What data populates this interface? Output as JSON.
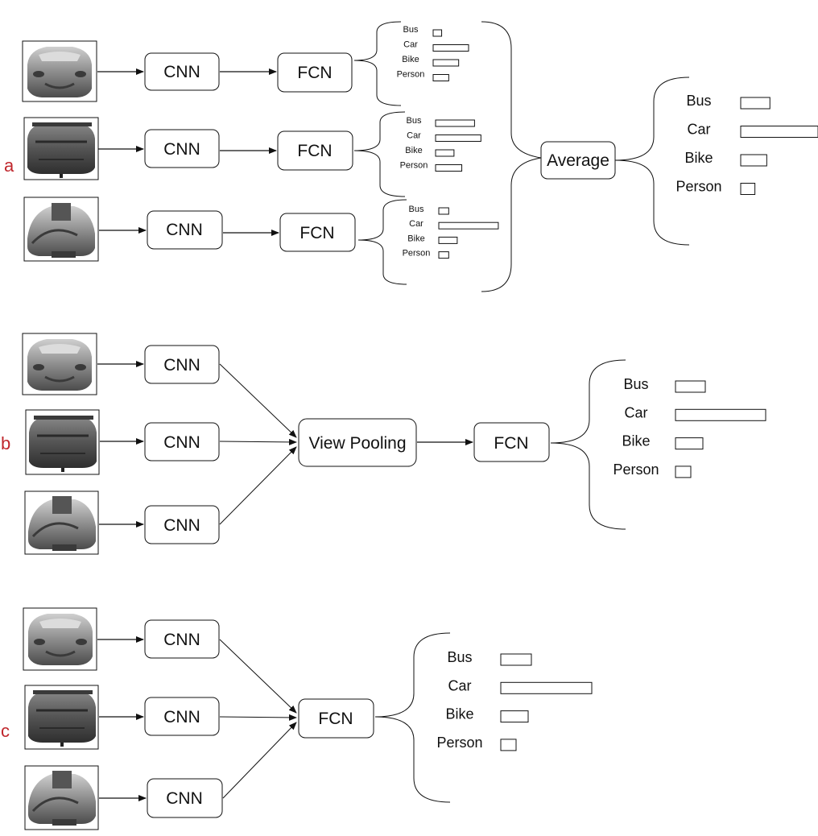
{
  "colors": {
    "panel_letter": "#c0272d",
    "stroke": "#111111",
    "car_dark": "#4a4a4a",
    "car_light": "#9a9a9a"
  },
  "icons": {
    "car_front": "car-front-view",
    "car_rear": "car-rear-view",
    "car_side": "car-three-quarter-view"
  },
  "panels": [
    {
      "letter": "a",
      "cnn_label": "CNN",
      "fcn_label": "FCN",
      "aggregate_label": "Average",
      "per_view_scores": [
        {
          "labels": [
            "Bus",
            "Car",
            "Bike",
            "Person"
          ],
          "values": [
            0.12,
            0.5,
            0.36,
            0.22
          ]
        },
        {
          "labels": [
            "Bus",
            "Car",
            "Bike",
            "Person"
          ],
          "values": [
            0.55,
            0.64,
            0.26,
            0.37
          ]
        },
        {
          "labels": [
            "Bus",
            "Car",
            "Bike",
            "Person"
          ],
          "values": [
            0.14,
            0.84,
            0.26,
            0.14
          ]
        }
      ],
      "output_scores": {
        "labels": [
          "Bus",
          "Car",
          "Bike",
          "Person"
        ],
        "values": [
          0.37,
          0.98,
          0.33,
          0.18
        ]
      }
    },
    {
      "letter": "b",
      "cnn_label": "CNN",
      "pool_label": "View Pooling",
      "fcn_label": "FCN",
      "output_scores": {
        "labels": [
          "Bus",
          "Car",
          "Bike",
          "Person"
        ],
        "values": [
          0.37,
          1.12,
          0.34,
          0.19
        ]
      }
    },
    {
      "letter": "c",
      "cnn_label": "CNN",
      "fcn_label": "FCN",
      "output_scores": {
        "labels": [
          "Bus",
          "Car",
          "Bike",
          "Person"
        ],
        "values": [
          0.38,
          1.13,
          0.34,
          0.19
        ]
      }
    }
  ]
}
